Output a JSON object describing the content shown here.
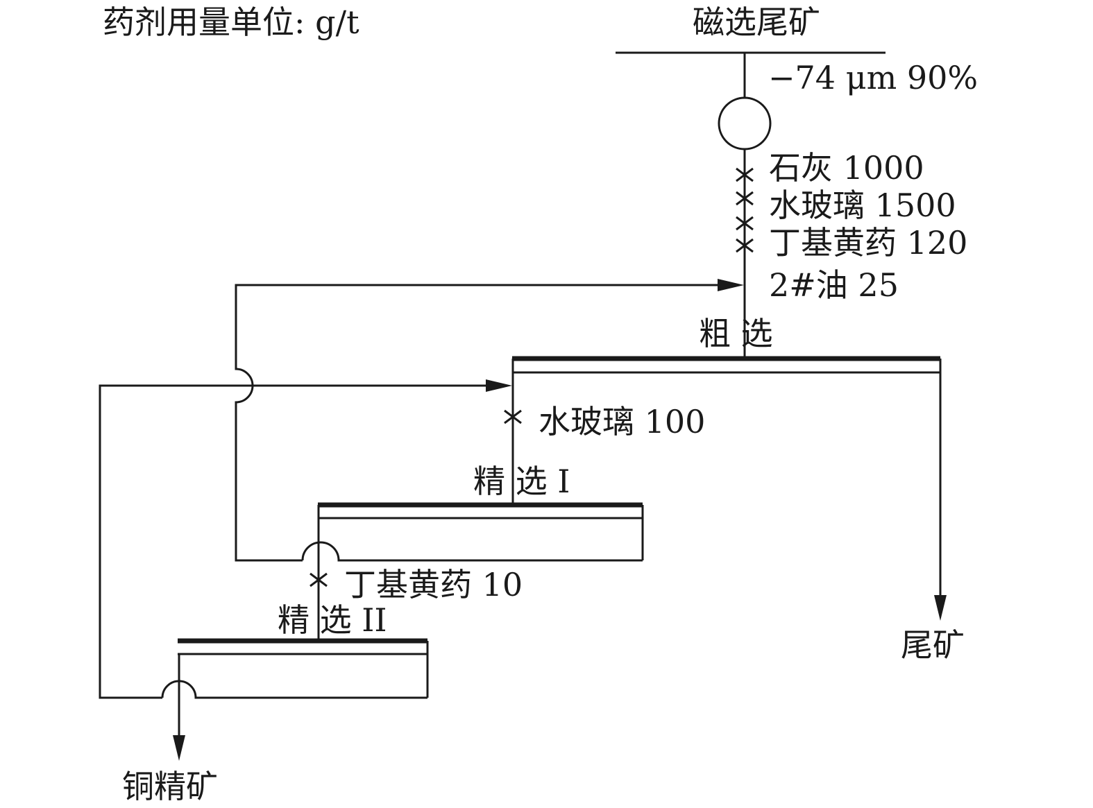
{
  "units_note": "药剂用量单位: g/t",
  "feed": {
    "label": "磁选尾矿",
    "grind": "−74 μm 90%"
  },
  "rougher": {
    "label": "粗 选",
    "reagents": [
      "石灰 1000",
      "水玻璃 1500",
      "丁基黄药 120",
      "2#油 25"
    ]
  },
  "cleaner1": {
    "label": "精 选 I",
    "reagent": "水玻璃 100"
  },
  "cleaner2": {
    "label": "精 选 II",
    "reagent": "丁基黄药 10"
  },
  "outputs": {
    "tailings": "尾矿",
    "concentrate": "铜精矿"
  }
}
